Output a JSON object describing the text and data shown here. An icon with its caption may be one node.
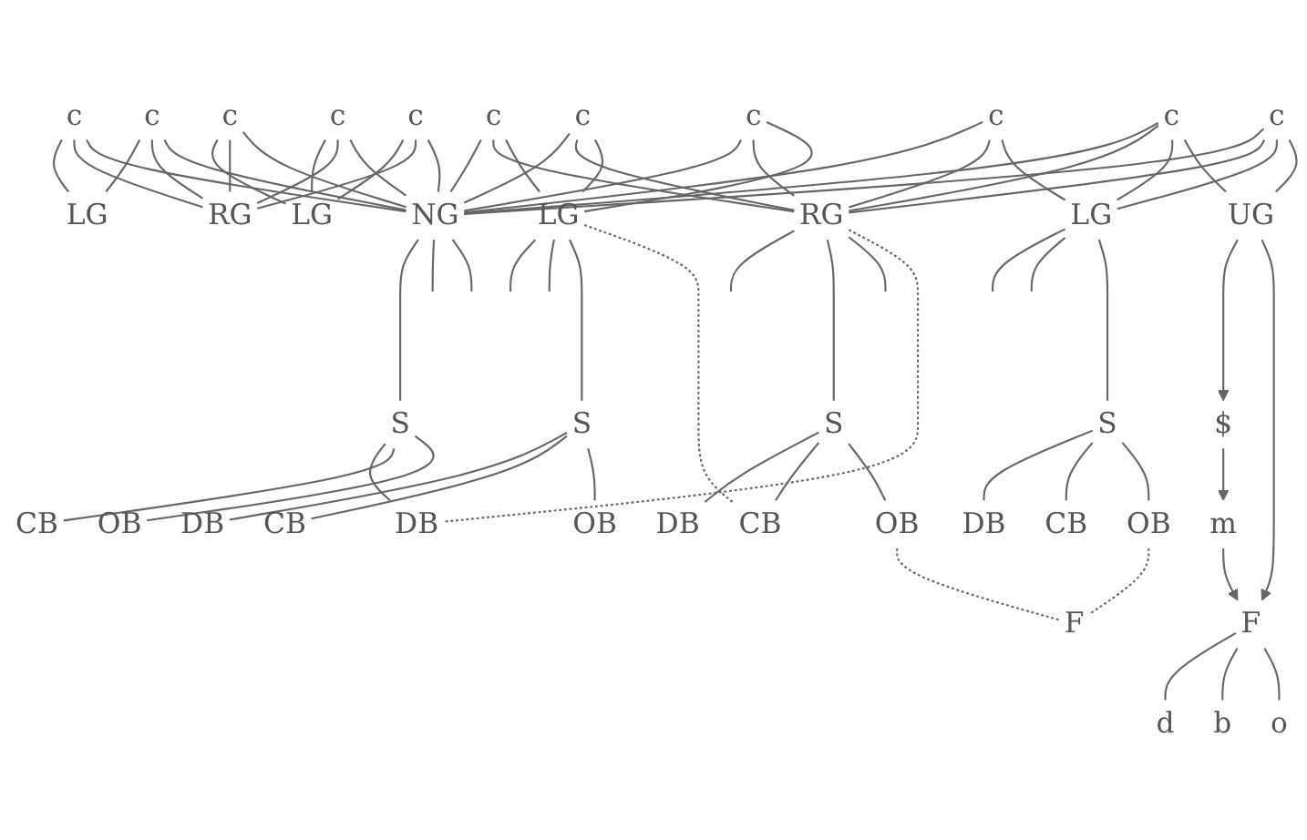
{
  "diagram": {
    "nodes": [
      {
        "text": [
          "c"
        ]
      },
      {
        "text": [
          "c"
        ]
      },
      {
        "text": [
          "c"
        ]
      },
      {
        "text": [
          "c"
        ]
      },
      {
        "text": [
          "c"
        ]
      },
      {
        "text": [
          "c"
        ]
      },
      {
        "text": [
          "c"
        ]
      },
      {
        "text": [
          "c"
        ]
      },
      {
        "text": [
          "c"
        ]
      },
      {
        "text": [
          "c"
        ]
      },
      {
        "text": [
          "c"
        ]
      },
      {
        "text": [
          "LG"
        ]
      },
      {
        "text": [
          "LG"
        ]
      },
      {
        "text": [
          "RG"
        ]
      },
      {
        "text": [
          "NG"
        ]
      },
      {
        "text": [
          "RG"
        ]
      },
      {
        "text": [
          "LG"
        ]
      },
      {
        "text": [
          "LG"
        ]
      },
      {
        "text": [
          "UG"
        ]
      },
      {
        "text": [
          "$"
        ]
      },
      {
        "text": [
          "F"
        ]
      },
      {
        "text": [
          "S"
        ]
      },
      {
        "text": [
          "S"
        ]
      },
      {
        "text": [
          "S"
        ]
      },
      {
        "text": [
          "S"
        ]
      },
      {
        "text": [
          "m"
        ]
      },
      {
        "text": [
          "d"
        ]
      },
      {
        "text": [
          "b"
        ]
      },
      {
        "text": [
          "o"
        ]
      },
      {
        "text": [
          "DB"
        ]
      },
      {
        "text": [
          "CB"
        ]
      },
      {
        "text": [
          "OB"
        ]
      },
      {
        "text": [
          "DB"
        ]
      },
      {
        "text": [
          "CB"
        ]
      },
      {
        "text": [
          "OB"
        ]
      },
      {
        "text": [
          "DB"
        ]
      },
      {
        "text": [
          "CB"
        ]
      },
      {
        "text": [
          "OB"
        ]
      },
      {
        "text": [
          "DB"
        ]
      },
      {
        "text": [
          "CB"
        ]
      },
      {
        "text": [
          "OB"
        ]
      },
      {
        "text": [
          "F"
        ]
      }
    ],
    "edges": [
      {
        "from": 0,
        "to": 11,
        "arrow": "none"
      },
      {
        "from": 0,
        "to": 13,
        "arrow": "none"
      },
      {
        "from": 0,
        "to": 14,
        "arrow": "none"
      },
      {
        "from": 1,
        "to": 11,
        "arrow": "none"
      },
      {
        "from": 1,
        "to": 13,
        "arrow": "none"
      },
      {
        "from": 1,
        "to": 14,
        "arrow": "none"
      },
      {
        "from": 2,
        "to": 12,
        "arrow": "none"
      },
      {
        "from": 2,
        "to": 13,
        "arrow": "none"
      },
      {
        "from": 2,
        "to": 14,
        "arrow": "none"
      },
      {
        "from": 3,
        "to": 12,
        "arrow": "none"
      },
      {
        "from": 3,
        "to": 13,
        "arrow": "none"
      },
      {
        "from": 3,
        "to": 14,
        "arrow": "none"
      },
      {
        "from": 4,
        "to": 12,
        "arrow": "none"
      },
      {
        "from": 4,
        "to": 13,
        "arrow": "none"
      },
      {
        "from": 4,
        "to": 14,
        "arrow": "none"
      },
      {
        "from": 5,
        "to": 14,
        "arrow": "none"
      },
      {
        "from": 5,
        "to": 15,
        "arrow": "none"
      },
      {
        "from": 5,
        "to": 16,
        "arrow": "none"
      },
      {
        "from": 6,
        "to": 14,
        "arrow": "none"
      },
      {
        "from": 6,
        "to": 15,
        "arrow": "none"
      },
      {
        "from": 6,
        "to": 16,
        "arrow": "none"
      },
      {
        "from": 7,
        "to": 14,
        "arrow": "none"
      },
      {
        "from": 7,
        "to": 15,
        "arrow": "none"
      },
      {
        "from": 7,
        "to": 16,
        "arrow": "none"
      },
      {
        "from": 8,
        "to": 14,
        "arrow": "none"
      },
      {
        "from": 8,
        "to": 15,
        "arrow": "none"
      },
      {
        "from": 8,
        "to": 17,
        "arrow": "none"
      },
      {
        "from": 9,
        "to": 14,
        "arrow": "none"
      },
      {
        "from": 9,
        "to": 15,
        "arrow": "none"
      },
      {
        "from": 9,
        "to": 17,
        "arrow": "none"
      },
      {
        "from": 9,
        "to": 18,
        "arrow": "none"
      },
      {
        "from": 10,
        "to": 14,
        "arrow": "none"
      },
      {
        "from": 10,
        "to": 15,
        "arrow": "none"
      },
      {
        "from": 10,
        "to": 17,
        "arrow": "none"
      },
      {
        "from": 10,
        "to": 18,
        "arrow": "none"
      },
      {
        "from": 14,
        "to": 21,
        "arrow": "none"
      },
      {
        "from": 14,
        "to": null,
        "arrow": "none"
      },
      {
        "from": 14,
        "to": null,
        "arrow": "none"
      },
      {
        "from": 15,
        "to": null,
        "arrow": "none"
      },
      {
        "from": 15,
        "to": 22,
        "arrow": "none"
      },
      {
        "from": 15,
        "to": null,
        "arrow": "none"
      },
      {
        "from": 16,
        "to": null,
        "arrow": "none"
      },
      {
        "from": 16,
        "to": null,
        "arrow": "none"
      },
      {
        "from": 16,
        "to": 23,
        "arrow": "none"
      },
      {
        "from": 17,
        "to": null,
        "arrow": "none"
      },
      {
        "from": 17,
        "to": null,
        "arrow": "none"
      },
      {
        "from": 17,
        "to": 24,
        "arrow": "none"
      },
      {
        "from": 18,
        "to": 19,
        "arrow": "to"
      },
      {
        "from": 18,
        "to": 20,
        "arrow": "to"
      },
      {
        "from": 19,
        "to": 25,
        "arrow": "to"
      },
      {
        "from": 25,
        "to": 20,
        "arrow": "to"
      },
      {
        "from": 20,
        "to": 26,
        "arrow": "none"
      },
      {
        "from": 20,
        "to": 27,
        "arrow": "none"
      },
      {
        "from": 20,
        "to": 28,
        "arrow": "none"
      },
      {
        "from": 21,
        "to": 29,
        "arrow": "none"
      },
      {
        "from": 21,
        "to": 30,
        "arrow": "none"
      },
      {
        "from": 21,
        "to": 31,
        "arrow": "none"
      },
      {
        "from": 22,
        "to": 32,
        "arrow": "none"
      },
      {
        "from": 22,
        "to": 33,
        "arrow": "none"
      },
      {
        "from": 22,
        "to": 34,
        "arrow": "none"
      },
      {
        "from": 23,
        "to": 35,
        "arrow": "none"
      },
      {
        "from": 23,
        "to": 36,
        "arrow": "none"
      },
      {
        "from": 23,
        "to": 37,
        "arrow": "none"
      },
      {
        "from": 24,
        "to": 38,
        "arrow": "none"
      },
      {
        "from": 24,
        "to": 39,
        "arrow": "none"
      },
      {
        "from": 24,
        "to": 40,
        "arrow": "none"
      },
      {
        "from": 15,
        "to": 29,
        "arrow": "none",
        "style": "dashed"
      },
      {
        "from": 16,
        "to": 33,
        "arrow": "none",
        "style": "dashed"
      },
      {
        "from": 34,
        "to": 41,
        "arrow": "none",
        "style": "dashed"
      },
      {
        "from": 40,
        "to": 41,
        "arrow": "none",
        "style": "dashed"
      }
    ]
  }
}
